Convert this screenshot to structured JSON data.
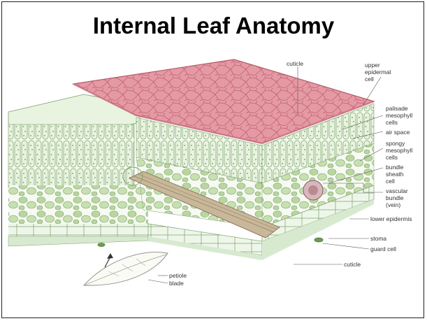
{
  "title": "Internal Leaf Anatomy",
  "labels": {
    "cuticle_top": "cuticle",
    "upper_epidermal_cell": "upper\nepidermal\ncell",
    "palisade_mesophyll_cells": "palisade\nmesophyll\ncells",
    "air_space": "air space",
    "spongy_mesophyll_cells": "spongy\nmesophyll\ncells",
    "bundle_sheath_cell": "bundle\nsheath\ncell",
    "vascular_bundle": "vascular\nbundle\n(vein)",
    "lower_epidermis": "lower epidermis",
    "stoma": "stoma",
    "guard_cell": "guard cell",
    "cuticle_bottom": "cuticle",
    "petiole": "petiole",
    "blade": "blade"
  },
  "colors": {
    "upper_surface": "#e49aa4",
    "upper_surface_lines": "#c4606e",
    "cell_fill": "#e8f3e0",
    "cell_stroke": "#7aa068",
    "chloroplast": "#6e9a52",
    "spongy_cell": "#b9d69f",
    "vein": "#c9b79a",
    "title": "#000000"
  }
}
